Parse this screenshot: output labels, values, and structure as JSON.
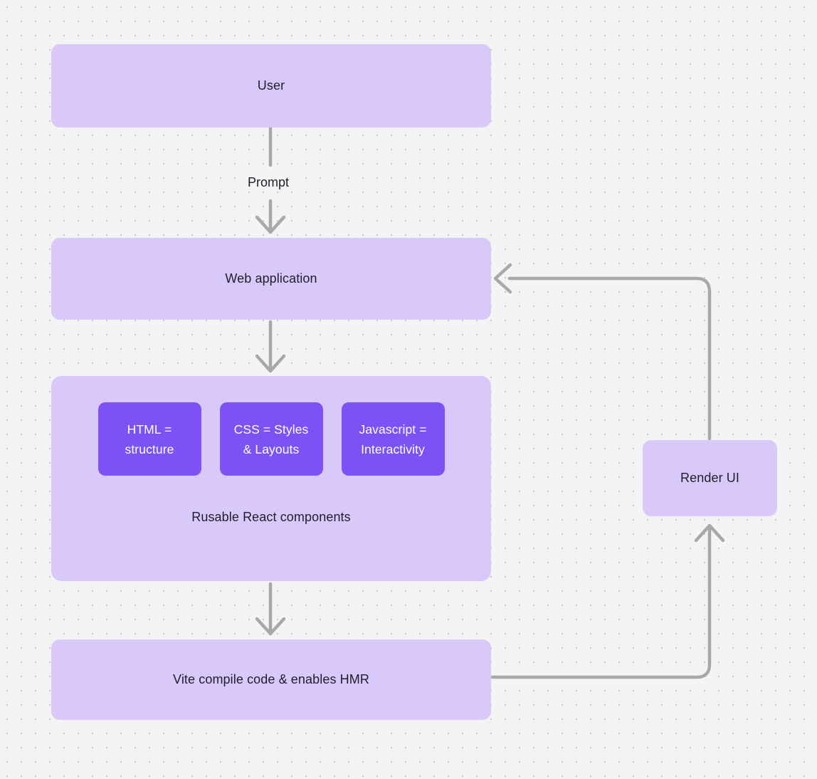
{
  "diagram": {
    "type": "flowchart",
    "background": "#f4f4f4",
    "grid": "dot-grid",
    "colors": {
      "node_fill": "#d8c9fa",
      "inner_node_fill": "#7c52f5",
      "edge_stroke": "#a8a8a8",
      "text": "#1f1f2b",
      "inner_text": "#ffffff",
      "dot": "#c9c9c9"
    },
    "nodes": [
      {
        "id": "user",
        "label": "User"
      },
      {
        "id": "webapp",
        "label": "Web application"
      },
      {
        "id": "components",
        "label": "Rusable React components"
      },
      {
        "id": "vite",
        "label": "Vite compile code & enables HMR"
      },
      {
        "id": "render",
        "label": "Render UI"
      }
    ],
    "inner_nodes": [
      {
        "id": "html",
        "line1": "HTML =",
        "line2": "structure"
      },
      {
        "id": "css",
        "line1": "CSS = Styles",
        "line2": "& Layouts"
      },
      {
        "id": "js",
        "line1": "Javascript =",
        "line2": "Interactivity"
      }
    ],
    "edges": [
      {
        "id": "user-webapp",
        "from": "user",
        "to": "webapp",
        "label": "Prompt",
        "direction": "down"
      },
      {
        "id": "webapp-components",
        "from": "webapp",
        "to": "components",
        "label": "",
        "direction": "down"
      },
      {
        "id": "components-vite",
        "from": "components",
        "to": "vite",
        "label": "",
        "direction": "down"
      },
      {
        "id": "vite-render",
        "from": "vite",
        "to": "render",
        "label": "",
        "direction": "elbow-up"
      },
      {
        "id": "render-webapp",
        "from": "render",
        "to": "webapp",
        "label": "",
        "direction": "elbow-left"
      }
    ]
  }
}
